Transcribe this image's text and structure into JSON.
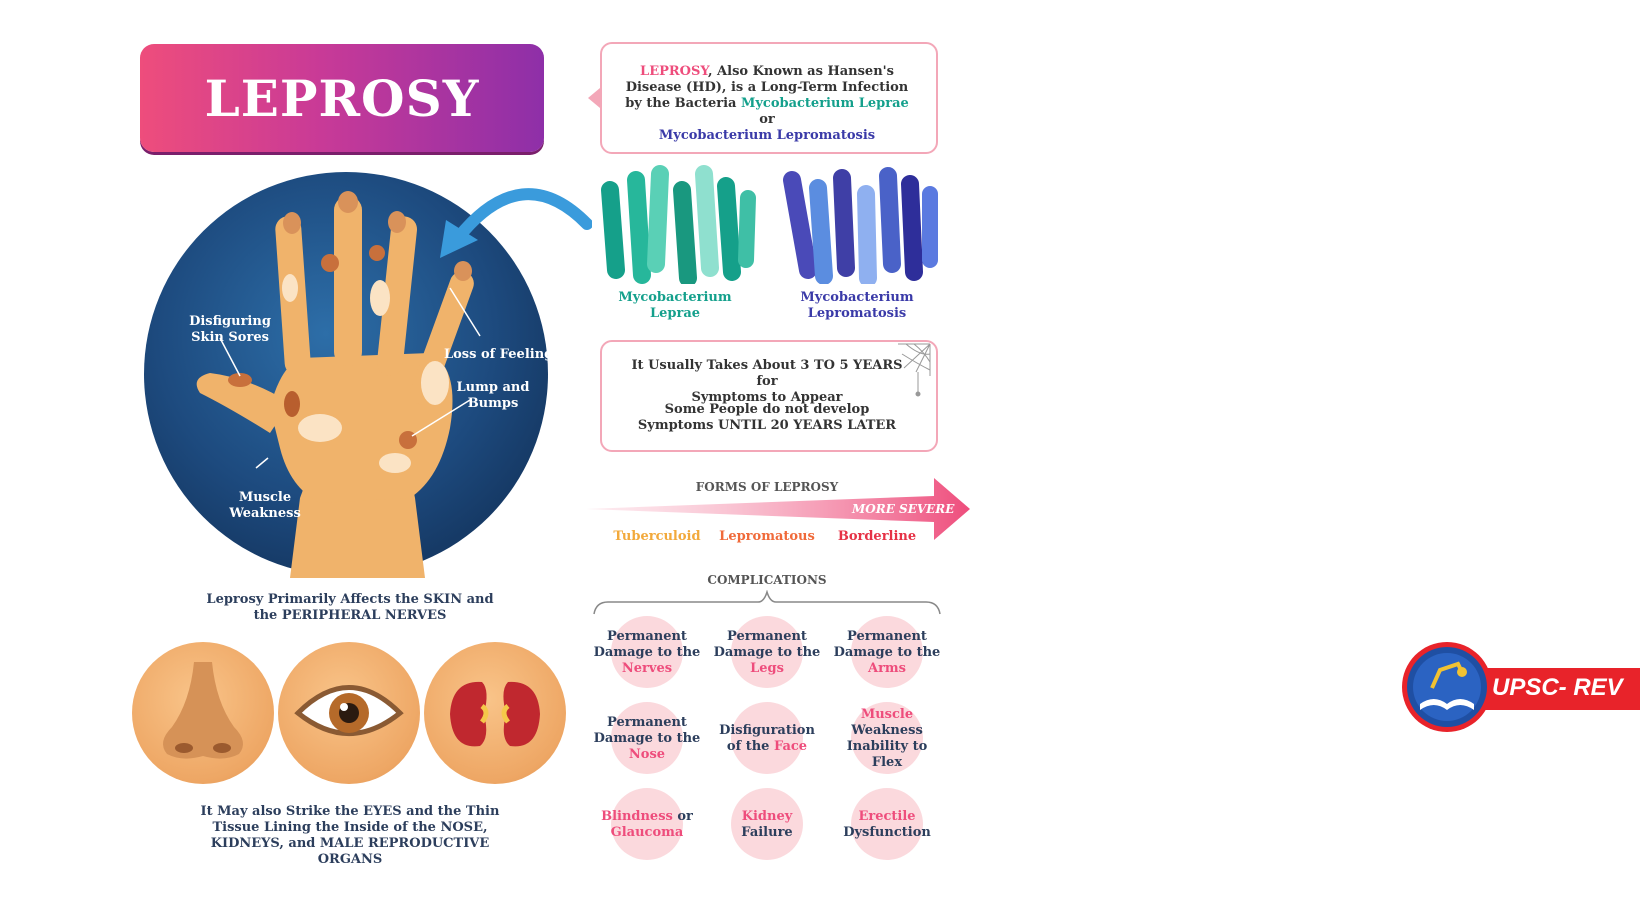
{
  "title": "LEPROSY",
  "intro": {
    "word1": "LEPROSY",
    "part1": ", Also Known as Hansen's Disease (HD), is a Long-Term Infection by the Bacteria ",
    "bacteria1": "Mycobacterium Leprae",
    "part2": " or",
    "bacteria2": "Mycobacterium Lepromatosis"
  },
  "bacteria": {
    "left_label_line1": "Mycobacterium",
    "left_label_line2": "Leprae",
    "right_label_line1": "Mycobacterium",
    "right_label_line2": "Lepromatosis",
    "left_color": "#14a08c",
    "right_color": "#3a3aa8"
  },
  "hand_labels": {
    "skin_sores": [
      "Disfiguring",
      "Skin Sores"
    ],
    "loss_feeling": "Loss of Feeling",
    "lump": [
      "Lump and",
      "Bumps"
    ],
    "muscle": [
      "Muscle",
      "Weakness"
    ]
  },
  "affects_text": [
    "Leprosy Primarily Affects the SKIN and",
    "the PERIPHERAL NERVES"
  ],
  "organs_text": [
    "It May also Strike the EYES and the Thin",
    "Tissue Lining the Inside of the NOSE,",
    "KIDNEYS, and MALE REPRODUCTIVE",
    "ORGANS"
  ],
  "symptoms": {
    "line1a": "It Usually Takes About 3 TO 5 YEARS for",
    "line1b": "Symptoms to Appear",
    "line2a": "Some People do not develop",
    "line2b": "Symptoms UNTIL 20 YEARS LATER"
  },
  "forms": {
    "heading": "FORMS OF LEPROSY",
    "arrow_label": "MORE SEVERE",
    "items": [
      "Tuberculoid",
      "Lepromatous",
      "Borderline"
    ],
    "colors": [
      "#f2a93b",
      "#f06a3a",
      "#e63246"
    ]
  },
  "complications": {
    "heading": "COMPLICATIONS",
    "items": [
      {
        "a": "Permanent",
        "b": "Damage to the",
        "c": "Nerves"
      },
      {
        "a": "Permanent",
        "b": "Damage to the",
        "c": "Legs"
      },
      {
        "a": "Permanent",
        "b": "Damage to the",
        "c": "Arms"
      },
      {
        "a": "Permanent",
        "b": "Damage to the",
        "c": "Nose"
      },
      {
        "a": "Disfiguration",
        "b": "of the ",
        "c": "Face"
      },
      {
        "a": "Muscle",
        "b": "Weakness",
        "c": "Inability to Flex"
      },
      {
        "a": "Blindness",
        "b": " or",
        "c": "Glaucoma"
      },
      {
        "a": "Kidney",
        "b": "Failure",
        "c": ""
      },
      {
        "a": "Erectile",
        "b": "Dysfunction",
        "c": ""
      }
    ]
  },
  "logo": {
    "text": "UPSC- REV",
    "color": "#e8232a"
  },
  "colors": {
    "pink": "#ee4d7c",
    "navy": "#1d3f6e",
    "skin": "#f0b36b"
  }
}
